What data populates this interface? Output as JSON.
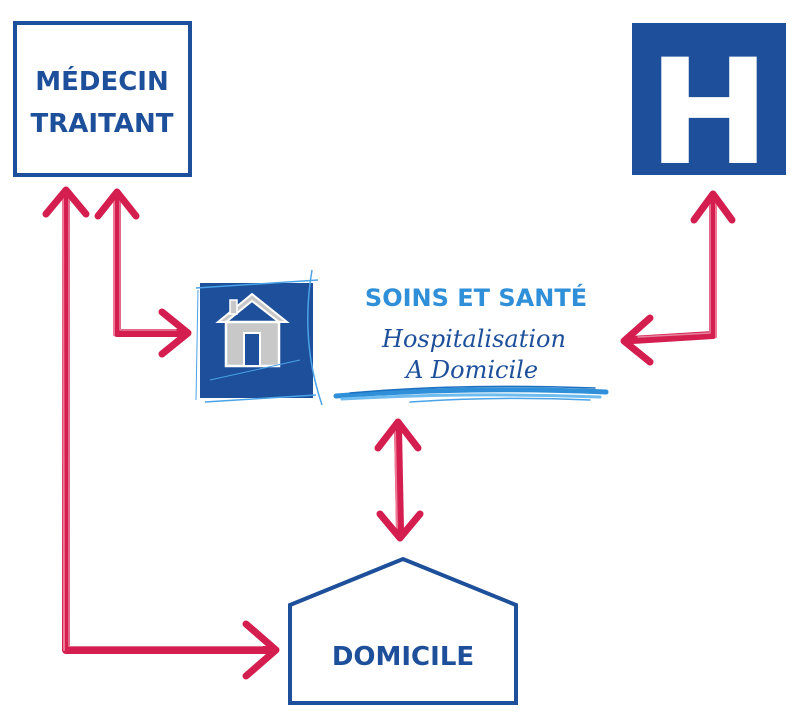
{
  "colors": {
    "primary_blue": "#1d4f9a",
    "light_blue": "#2f8fd8",
    "arrow_red": "#d41e4f",
    "house_gray": "#c8c8c8",
    "white": "#ffffff"
  },
  "nodes": {
    "doctor": {
      "line1": "MÉDECIN",
      "line2": "TRAITANT"
    },
    "hospital": {
      "letter": "H",
      "icon": "hospital-sign-icon"
    },
    "had": {
      "icon": "house-icon",
      "title": "SOINS ET SANTÉ",
      "subtitle_line1": "Hospitalisation",
      "subtitle_line2": "A Domicile"
    },
    "home": {
      "label": "DOMICILE"
    }
  }
}
